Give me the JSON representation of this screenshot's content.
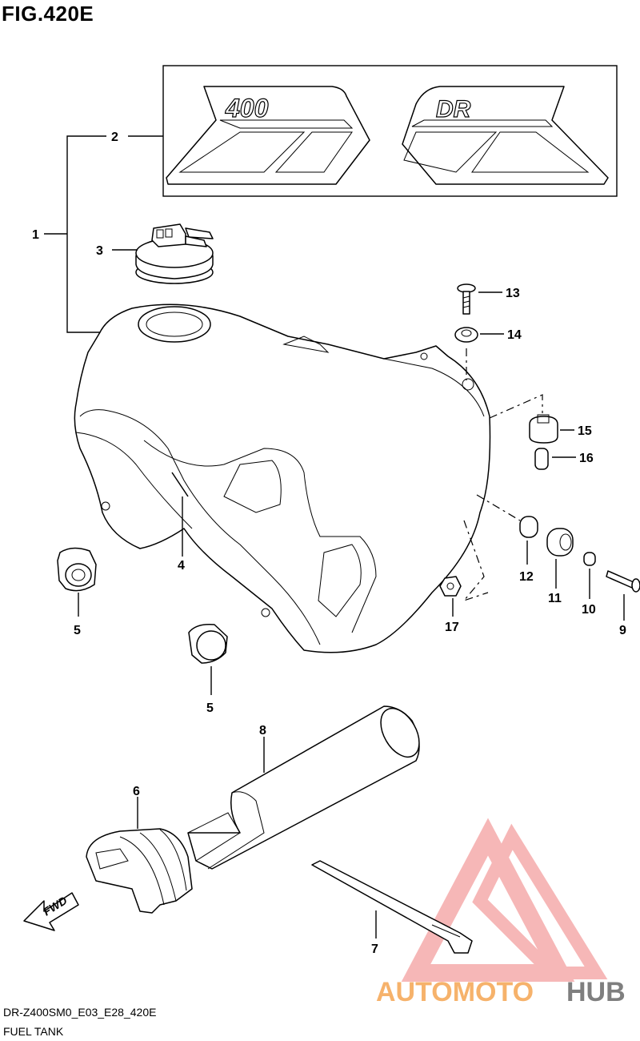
{
  "figure": {
    "title": "FIG.420E"
  },
  "callouts": [
    "1",
    "2",
    "3",
    "4",
    "5",
    "5",
    "6",
    "7",
    "8",
    "9",
    "10",
    "11",
    "12",
    "13",
    "14",
    "15",
    "16",
    "17"
  ],
  "decals": {
    "left_text": "400",
    "right_text": "DR"
  },
  "fwd_label": "FWD",
  "watermark": {
    "part1": "AUTOMOTO",
    "part2": "HUB",
    "color1": "#f6b26b",
    "color2": "#7f7f7f",
    "triangle_color": "#f4a0a0"
  },
  "footer": {
    "code": "DR-Z400SM0_E03_E28_420E",
    "name": "FUEL TANK"
  }
}
